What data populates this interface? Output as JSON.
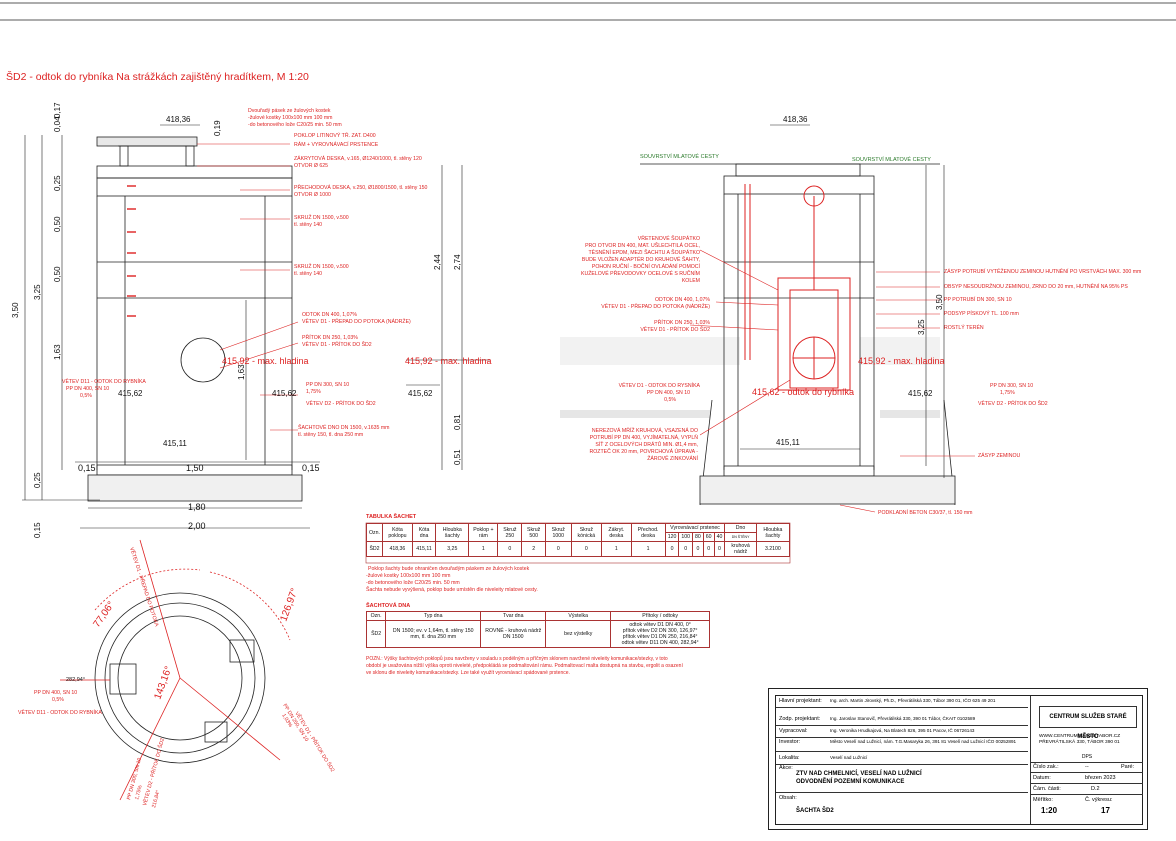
{
  "title": "ŠD2 - odtok do rybníka Na strážkách zajištěný hradítkem, M 1:20",
  "left_section": {
    "top_level": "418,36",
    "cover_note_lines": [
      "Dvouřadý pásek ze žulových kostek",
      "-žulové kostky 100x100 mm      100 mm",
      "-do betonového lože C20/25      min. 50 mm"
    ],
    "labels": [
      "POKLOP LITINOVÝ TŘ. ZAT. D400",
      "RÁM + VYROVNÁVACÍ PRSTENCE",
      "ZÁKRYTOVÁ DESKA, v.165, Ø1240/1000, tl. stěny 120",
      "OTVOR Ø 625",
      "PŘECHODOVÁ DESKA, v.250, Ø1800/1500, tl. stěny 150",
      "OTVOR Ø 1000",
      "SKRUŽ DN 1500, v.500",
      "tl. stěny 140",
      "SKRUŽ DN 1500, v.500",
      "tl. stěny 140",
      "ODTOK DN 400, 1,07%",
      "VĚTEV D1 - PŘEPAD DO POTOKA (NÁDRŽE)",
      "PŘÍTOK DN 250, 1,03%",
      "VĚTEV D1 - PŘÍTOK DO ŠD2",
      "PP DN 300, SN 10",
      "1,75%",
      "VĚTEV D2 - PŘÍTOK DO ŠD2",
      "ŠACHTOVÉ DNO DN 1500, v.1635 mm",
      "tl. stěny 150, tl. dna 250 mm",
      "VĚTEV D11 - ODTOK DO RYBNÍKA",
      "PP DN 400, SN 10",
      "0,5%"
    ],
    "max_level": "415,92 - max. hladina",
    "max_level_2": "415,92 - max. hladina",
    "level_6162": "415,62",
    "level_6162b": "415,62",
    "bottom_level": "415,11",
    "dims_v": [
      "0,17",
      "0,04",
      "0,19",
      "0,25",
      "0,50",
      "0,50",
      "1,63",
      "3,25",
      "3,50",
      "0,25",
      "0,15",
      "1,63",
      "2,44",
      "2,74",
      "0,81",
      "0,51"
    ],
    "dims_h": [
      "0,15",
      "1,50",
      "0,15",
      "1,80",
      "2,00"
    ]
  },
  "right_section": {
    "top_level": "418,36",
    "turf_left": "SOUVRSTVÍ MLATOVÉ CESTY",
    "turf_right": "SOUVRSTVÍ MLATOVÉ CESTY",
    "valve_lines": [
      "VŘETENOVÉ ŠOUPÁTKO",
      "PRO OTVOR DN 400, MAT. UŠLECHTILÁ OCEL,",
      "TĚSNĚNÍ EPDM, MEZI ŠACHTU A ŠOUPÁTKO",
      "BUDE VLOŽEN ADAPTÉR DO  KRUHOVÉ ŠAHTY,",
      "POHON RUČNÍ - BOČNÍ OVLÁDÁNÍ POMOCÍ",
      "KUŽELOVÉ PŘEVODOVKY OCELOVÉ S RUČNÍM",
      "KOLEM"
    ],
    "labels_left": [
      "ODTOK DN 400, 1,07%",
      "VĚTEV D1 - PŘEPAD DO POTOKA (NÁDRŽE)",
      "PŘÍTOK DN 250, 1,03%",
      "VĚTEV D1 - PŘÍTOK DO ŠD2",
      "VĚTEV D1 - ODTOK DO RYSNÍKA",
      "PP DN 400, SN 10",
      "0,5%"
    ],
    "grate_lines": [
      "NEREZOVÁ MŘÍŽ KRUHOVÁ, VSAZENÁ DO",
      "POTRUBÍ PP DN 400, VYJÍMATELNÁ, VYPLŇ",
      "SÍŤ Z OCELOVÝCH DRÁTŮ MIN. Ø1,4 mm,",
      "ROZTEČ OK 20 mm, POVRCHOVÁ ÚPRAVA -",
      "ŽÁROVĚ ZINKOVÁNÍ"
    ],
    "labels_right": [
      "ZÁSYP POTRUBÍ VYTĚŽENOU ZEMINOU HUTNĚNÍ PO VRSTVÁCH MAX. 300 mm",
      "OBSYP NESOUDRŽNOU ZEMINOU, ZRNO DO 20 mm, HUTNĚNÍ NA 95% PS",
      "PP POTRUBÍ DN 300, SN 10",
      "PODSYP PÍSKOVÝ TL. 100 mm",
      "ROSTLÝ TERÉN",
      "ZÁSYP ZEMINOU",
      "PP DN 300, SN 10",
      "1,75%",
      "VĚTEV D2 - PŘÍTOK DO ŠD2",
      "PODKLADNÍ BETON C30/37, tl. 150 mm"
    ],
    "max_level": "415,92 - max. hladina",
    "outlet_level": "415,62 - odtok do rybníka",
    "bottom_level": "415,11",
    "dims_v": [
      "3,25",
      "3,50"
    ]
  },
  "plan": {
    "angles": [
      "77,06°",
      "126,97°",
      "143,16°"
    ],
    "level": "282,94°",
    "labels": [
      "VĚTEV D1 - PŘEPAD DO POTOKA",
      "PP DN 400, SN 10",
      "0,5%",
      "VĚTEV D11 - ODTOK DO RYBNÍKA",
      "PP DN 250, SN 10",
      "1,03%",
      "VĚTEV D1 - PŘÍTOK DO ŠD2",
      "PP DN 300, SN 10",
      "1,75%",
      "VĚTEV D2 - PŘÍTOK DO ŠD2",
      "PP DN 400, SN 10",
      "216,84°",
      "126,97°",
      "VĚTEV D1 - ODTOK DO RYBNÍKA"
    ]
  },
  "table_shafts": {
    "heading": "TABULKA ŠACHET",
    "headers": [
      "Ozn.",
      "Kóta poklopu",
      "Kóta dna",
      "Hloubka šachty",
      "Poklop + rám",
      "Skruž 250",
      "Skruž 500",
      "Skruž 1000",
      "Skruž kónická",
      "Zákryt. deska",
      "Přechod. deska",
      "Vyrovnávací prstenec",
      "Dno",
      "Hloubka šachty"
    ],
    "ring_sizes": [
      "120",
      "100",
      "80",
      "60",
      "40"
    ],
    "dno_sub": "DN ŠTĚNY",
    "row": [
      "ŠD2",
      "418,36",
      "415,11",
      "3,25",
      "1",
      "0",
      "2",
      "0",
      "0",
      "1",
      "1",
      "0",
      "0",
      "0",
      "0",
      "0",
      "kruhová nádrž",
      "3.2100"
    ],
    "notes": [
      "Poklop šachty bude ohraničen dvouřadým páskem ze žulových kostek",
      "-žulové kostky 100x100 mm          100 mm",
      "-do betonového lože C20/25          min. 50 mm",
      "Šachta nebude vyvýšená, poklop bude umístěn dle niveleity mlatové cesty."
    ]
  },
  "table_bottoms": {
    "heading": "ŠACHTOVÁ DNA",
    "headers": [
      "Ozn.",
      "Typ dna",
      "Tvar dna",
      "Výstelka",
      "Přítoky / odtoky"
    ],
    "row": {
      "id": "ŠD2",
      "type": "DN 1500; ev. v 1,64m, tl. stěny 150 mm, tl. dna 250 mm",
      "shape": "ROVNÉ - kruhová nádrž DN 1500",
      "lining": "bez výstelky",
      "flows": [
        "odtok větev D1 DN 400, 0°",
        "přítok větev D2 DN 300, 126,97°",
        "přítok větev D1 DN 250, 216,84°",
        "odtok větev D11 DN 400, 282,94°"
      ]
    },
    "note": [
      "POZN.: Výšky šachtových poklopů jsou navrženy v souladu s podélným a příčným sklonem navržené niveleity komunikace/stezky, v toto",
      "období je uvažována nižší výška oproti niveleté, předpokládá se podmaltování rámu. Podmaltovací malta dostupná na stavbu, ergolit a osazení",
      "ve sklonu dle niveleity komunikace/stezky. Lze také využít vyrovnávací spádované prstence."
    ]
  },
  "stamp": {
    "rows": [
      {
        "label": "Hlavní projektant:",
        "value": "Ing. arch. Martin Jirovský, Ph.D., Převrátilská 330, Tábor 390 01, IČO 625 49 201"
      },
      {
        "label": "Zodp. projektant:",
        "value": "Ing. Jaroslav Stanovič, Převrátilská 330, 390 01 Tábor, ČKAIT 0102589"
      },
      {
        "label": "Vypracoval:",
        "value": "Ing. Veronika Hrudkajová, Na Blatech 826, 395 01 Pacov, IČ 06726143"
      },
      {
        "label": "Investor:",
        "value": "Město Veselí nad Lužnicí, nám. T.G.Masaryka 26, 391 81 Veselí nad Lužnicí IČO 00252891"
      },
      {
        "label": "Lokalita:",
        "value": "Veselí nad Lužnicí"
      }
    ],
    "logo_text": "CENTRUM SLUŽEB STARÉ MĚSTO",
    "logo_web": "WWW.CENTRUMSLUZEBTABOR.CZ",
    "logo_addr": "PŘEVRÁTILSKÁ 330, TÁBOR 390 01",
    "stage": "DPS",
    "akce_label": "Akce:",
    "akce_lines": [
      "ZTV NAD CHMELNICÍ, VESELÍ NAD LUŽNICÍ",
      "ODVODNĚNÍ POZEMNÍ KOMUNIKACE"
    ],
    "obsah_label": "Obsah:",
    "obsah": "ŠACHTA ŠD2",
    "cislo_zak_label": "Číslo zak.:",
    "cislo_zak": "--",
    "paré_label": "Paré:",
    "datum_label": "Datum:",
    "datum": "březen 2023",
    "cast_label": "Čárn. části:",
    "cast": "D.2",
    "meritko_label": "Měřítko:",
    "meritko": "1:20",
    "vykres_label": "Č. výkresu:",
    "vykres": "17"
  }
}
